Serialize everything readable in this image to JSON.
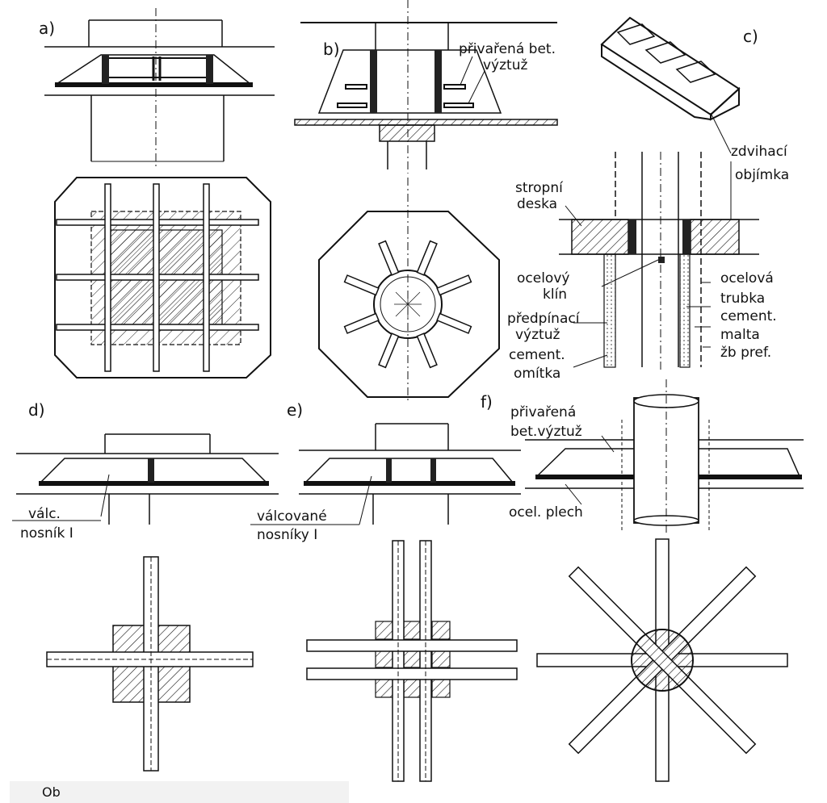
{
  "panels": {
    "a": "a)",
    "b": "b)",
    "c": "c)",
    "d": "d)",
    "e": "e)",
    "f": "f)"
  },
  "labels": {
    "privarena_bet_1": "přivařená bet.",
    "vyztuz_1": "výztuž",
    "zdvihaci": "zdvihací",
    "objimka": "objímka",
    "stropni": "stropní",
    "deska": "deska",
    "ocelovy": "ocelový",
    "klin": "klín",
    "predpinaci": "předpínací",
    "vyztuz_2": "výztuž",
    "cement_1": "cement.",
    "omitka": "omítka",
    "ocelova": "ocelová",
    "trubka": "trubka",
    "cement_2": "cement.",
    "malta": "malta",
    "zb_pref": "žb pref.",
    "valc": "válc.",
    "nosnik": "nosník I",
    "valcovane": "válcované",
    "nosniky": "nosníky I",
    "privarena_2": "přivařená",
    "bet_vyztuz_2": "bet.výztuž",
    "ocel_plech": "ocel. plech"
  },
  "caption": {
    "visible": "Ob"
  }
}
